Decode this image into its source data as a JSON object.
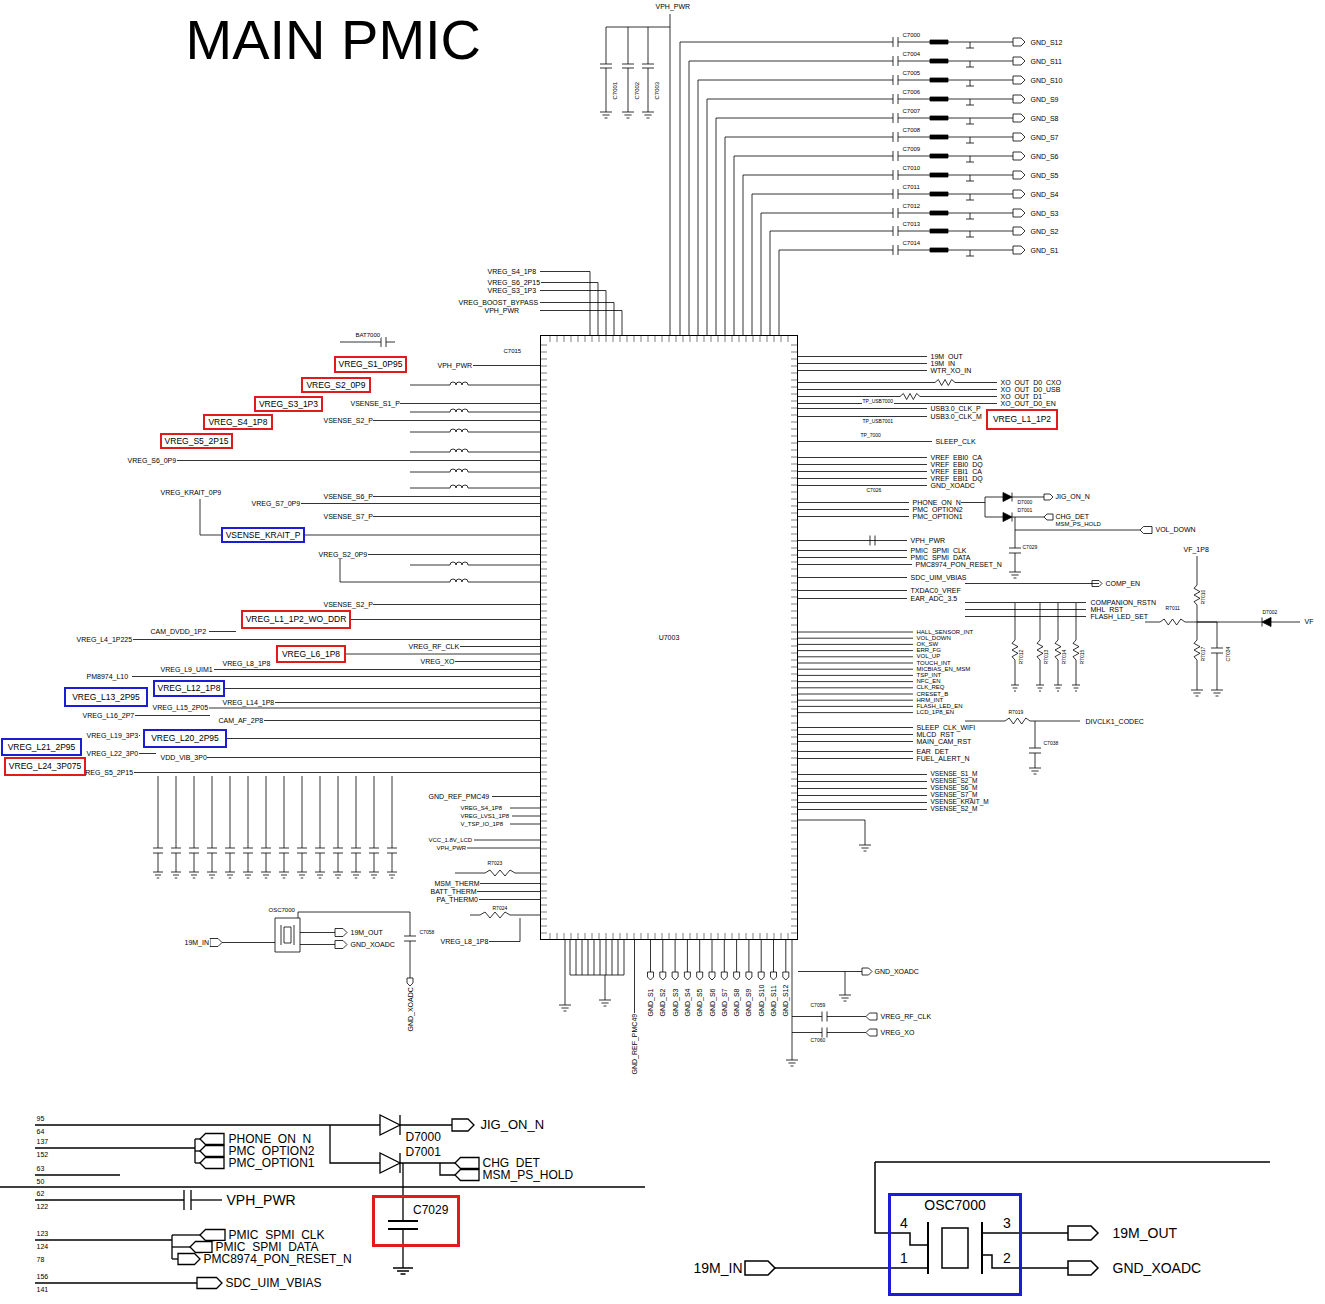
{
  "diagram": {
    "title": "MAIN PMIC",
    "nodes": [
      {
        "text": [
          "VREG_S1_0P95"
        ]
      },
      {
        "text": [
          "VREG_S2_0P9"
        ]
      },
      {
        "text": [
          "VREG_S3_1P3"
        ]
      },
      {
        "text": [
          "VREG_S4_1P8"
        ]
      },
      {
        "text": [
          "VREG_S5_2P15"
        ]
      },
      {
        "text": [
          "VSENSE_KRAIT_P"
        ]
      },
      {
        "text": [
          "VREG_L1_1P2_WO_DDR"
        ]
      },
      {
        "text": [
          "VREG_L6_1P8"
        ]
      },
      {
        "text": [
          "VREG_L12_1P8"
        ]
      },
      {
        "text": [
          "VREG_L13_2P95"
        ]
      },
      {
        "text": [
          "VREG_L20_2P95"
        ]
      },
      {
        "text": [
          "VREG_L21_2P95"
        ]
      },
      {
        "text": [
          "VREG_L24_3P075"
        ]
      },
      {
        "text": [
          "U7003"
        ]
      },
      {
        "text": [
          "VREG_L1_1P2"
        ]
      },
      {
        "text": [
          "C7029"
        ]
      },
      {
        "text": [
          "OSC7000",
          "4",
          "3",
          "1",
          "2"
        ]
      }
    ],
    "edges": [
      {
        "from": 5,
        "to": 13,
        "arrow": "none"
      },
      {
        "from": 6,
        "to": 13,
        "arrow": "none"
      },
      {
        "from": 7,
        "to": 13,
        "arrow": "none"
      },
      {
        "from": 8,
        "to": 13,
        "arrow": "none"
      },
      {
        "from": 10,
        "to": 13,
        "arrow": "none"
      }
    ],
    "labels": [
      "VPH_PWR",
      "GND_S12",
      "GND_S11",
      "GND_S10",
      "GND_S9",
      "GND_S8",
      "GND_S7",
      "GND_S6",
      "GND_S5",
      "GND_S4",
      "GND_S3",
      "GND_S2",
      "GND_S1",
      "C7000",
      "C7004",
      "C7005",
      "C7006",
      "C7007",
      "C7008",
      "C7009",
      "C7010",
      "C7011",
      "C7012",
      "C7013",
      "C7014",
      "C7001",
      "C7002",
      "C7003",
      "VREG_S4_1P8",
      "VREG_S6_2P15",
      "VREG_S3_1P3",
      "VREG_BOOST_BYPASS",
      "VPH_PWR",
      "BAT7000",
      "VPH_PWR",
      "C7015",
      "VSENSE_S1_P",
      "VSENSE_S2_P",
      "VREG_S6_0P9",
      "VREG_KRAIT_0P9",
      "VSENSE_S6_P",
      "VREG_S7_0P9",
      "VSENSE_S7_P",
      "VREG_S2_0P9",
      "VSENSE_S2_P",
      "CAM_DVDD_1P2",
      "VREG_L4_1P225",
      "VREG_L8_1P8",
      "VREG_RF_CLK",
      "VREG_XO",
      "VREG_L9_UIM1",
      "PM8974_L10",
      "VREG_L14_1P8",
      "VREG_L15_2P05",
      "VREG_L16_2P7",
      "CAM_AF_2P8",
      "VREG_L19_3P3",
      "VREG_L22_3P0",
      "VDD_VIB_3P0",
      "VREG_S5_2P15",
      "GND_REF_PMC49",
      "VREG_S4_1P8",
      "VREG_LVS1_1P8",
      "V_TSP_IO_1P8",
      "VCC_1.8V_LCD",
      "VPH_PWR",
      "R7023",
      "MSM_THERM",
      "BATT_THERM",
      "PA_THERM0",
      "R7024",
      "OSC7000",
      "19M_OUT",
      "C7058",
      "19M_IN",
      "GND_XOADC",
      "VREG_L8_1P8",
      "GND_XOADC",
      "19M_OUT",
      "19M_IN",
      "WTR_XO_IN",
      "XO_OUT_D0_CXO",
      "XO_OUT_D0_USB",
      "XO_OUT_D1",
      "XO_OUT_D0_EN",
      "TP_USB7000",
      "USB3.0_CLK_P",
      "USB3.0_CLK_M",
      "TP_USB7001",
      "TP_7000",
      "SLEEP_CLK",
      "VREF_EBI0_CA",
      "VREF_EBI0_DQ",
      "VREF_EBI1_CA",
      "VREF_EBI1_DQ",
      "GND_XOADC",
      "C7026",
      "PHONE_ON_N",
      "PMC_OPTION2",
      "PMC_OPTION1",
      "JIG_ON_N",
      "D7000",
      "D7001",
      "CHG_DET",
      "MSM_PS_HOLD",
      "VOL_DOWN",
      "C7029",
      "VPH_PWR",
      "PMIC_SPMI_CLK",
      "PMIC_SPMI_DATA",
      "PMC8974_PON_RESET_N",
      "SDC_UIM_VBIAS",
      "COMP_EN",
      "TXDAC0_VREF",
      "EAR_ADC_3.5",
      "COMPANION_RSTN",
      "MHL_RST",
      "FLASH_LED_SET",
      "R7011",
      "VF_1P8",
      "R7010",
      "R7017",
      "C7034",
      "R7012",
      "R7013",
      "R7014",
      "R7015",
      "D7002",
      "VF",
      "HALL_SENSOR_INT",
      "VOL_DOWN",
      "OK_SW",
      "ERR_FG",
      "VOL_UP",
      "TOUCH_INT",
      "MICBIAS_EN_MSM",
      "TSP_INT",
      "NFC_EN",
      "CLK_REQ",
      "CRESET_B",
      "HRM_INT",
      "FLASH_LED_EN",
      "LCD_1P8_EN",
      "R7019",
      "DIVCLK1_CODEC",
      "SLEEP_CLK_WIFI",
      "MLCD_RST",
      "MAIN_CAM_RST",
      "C7038",
      "EAR_DET",
      "FUEL_ALERT_N",
      "VSENSE_S1_M",
      "VSENSE_S2_M",
      "VSENSE_S6_M",
      "VSENSE_S7_M",
      "VSENSE_KRAIT_M",
      "VSENSE_S2_M",
      "GND_S1",
      "GND_S2",
      "GND_S3",
      "GND_S4",
      "GND_S5",
      "GND_S6",
      "GND_S7",
      "GND_S8",
      "GND_S9",
      "GND_S10",
      "GND_S11",
      "GND_S12",
      "GND_REF_PMC49",
      "GND_XOADC",
      "C7059",
      "VREG_RF_CLK",
      "C7060",
      "VREG_XO",
      "95",
      "64",
      "137",
      "152",
      "63",
      "50",
      "62",
      "122",
      "123",
      "124",
      "78",
      "156",
      "141",
      "PHONE_ON_N",
      "PMC_OPTION2",
      "PMC_OPTION1",
      "D7000",
      "JIG_ON_N",
      "D7001",
      "CHG_DET",
      "MSM_PS_HOLD",
      "VPH_PWR",
      "PMIC_SPMI_CLK",
      "PMIC_SPMI_DATA",
      "PMC8974_PON_RESET_N",
      "SDC_UIM_VBIAS",
      "19M_OUT",
      "GND_XOADC",
      "19M_IN"
    ]
  }
}
